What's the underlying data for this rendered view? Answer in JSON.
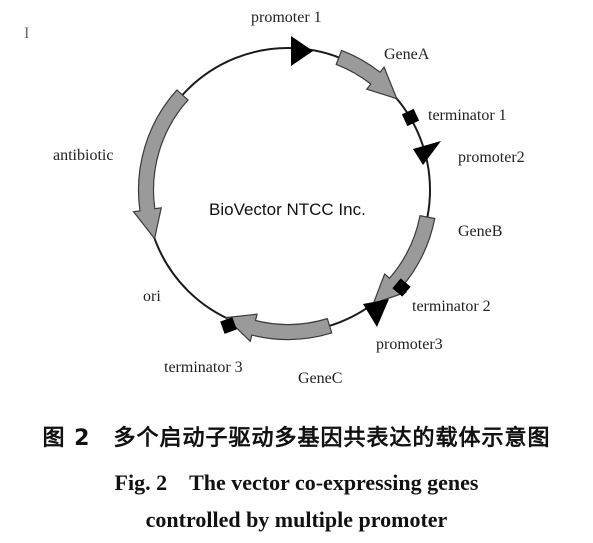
{
  "diagram": {
    "cursor_glyph": "I",
    "center_label": "BioVector NTCC Inc.",
    "labels": {
      "promoter1": "promoter 1",
      "geneA": "GeneA",
      "terminator1": "terminator 1",
      "promoter2": "promoter2",
      "geneB": "GeneB",
      "terminator2": "terminator 2",
      "promoter3": "promoter3",
      "geneC": "GeneC",
      "terminator3": "terminator 3",
      "ori": "ori",
      "antibiotic": "antibiotic"
    },
    "colors": {
      "ring": "#1a1a1a",
      "gene_fill": "#9a9a9a",
      "gene_stroke": "#3a3a3a",
      "marker": "#000000",
      "text": "#222222"
    }
  },
  "caption": {
    "cn": "图 2　多个启动子驱动多基因共表达的载体示意图",
    "en_line1": "Fig. 2　The vector co-expressing genes",
    "en_line2": "controlled by multiple promoter"
  }
}
